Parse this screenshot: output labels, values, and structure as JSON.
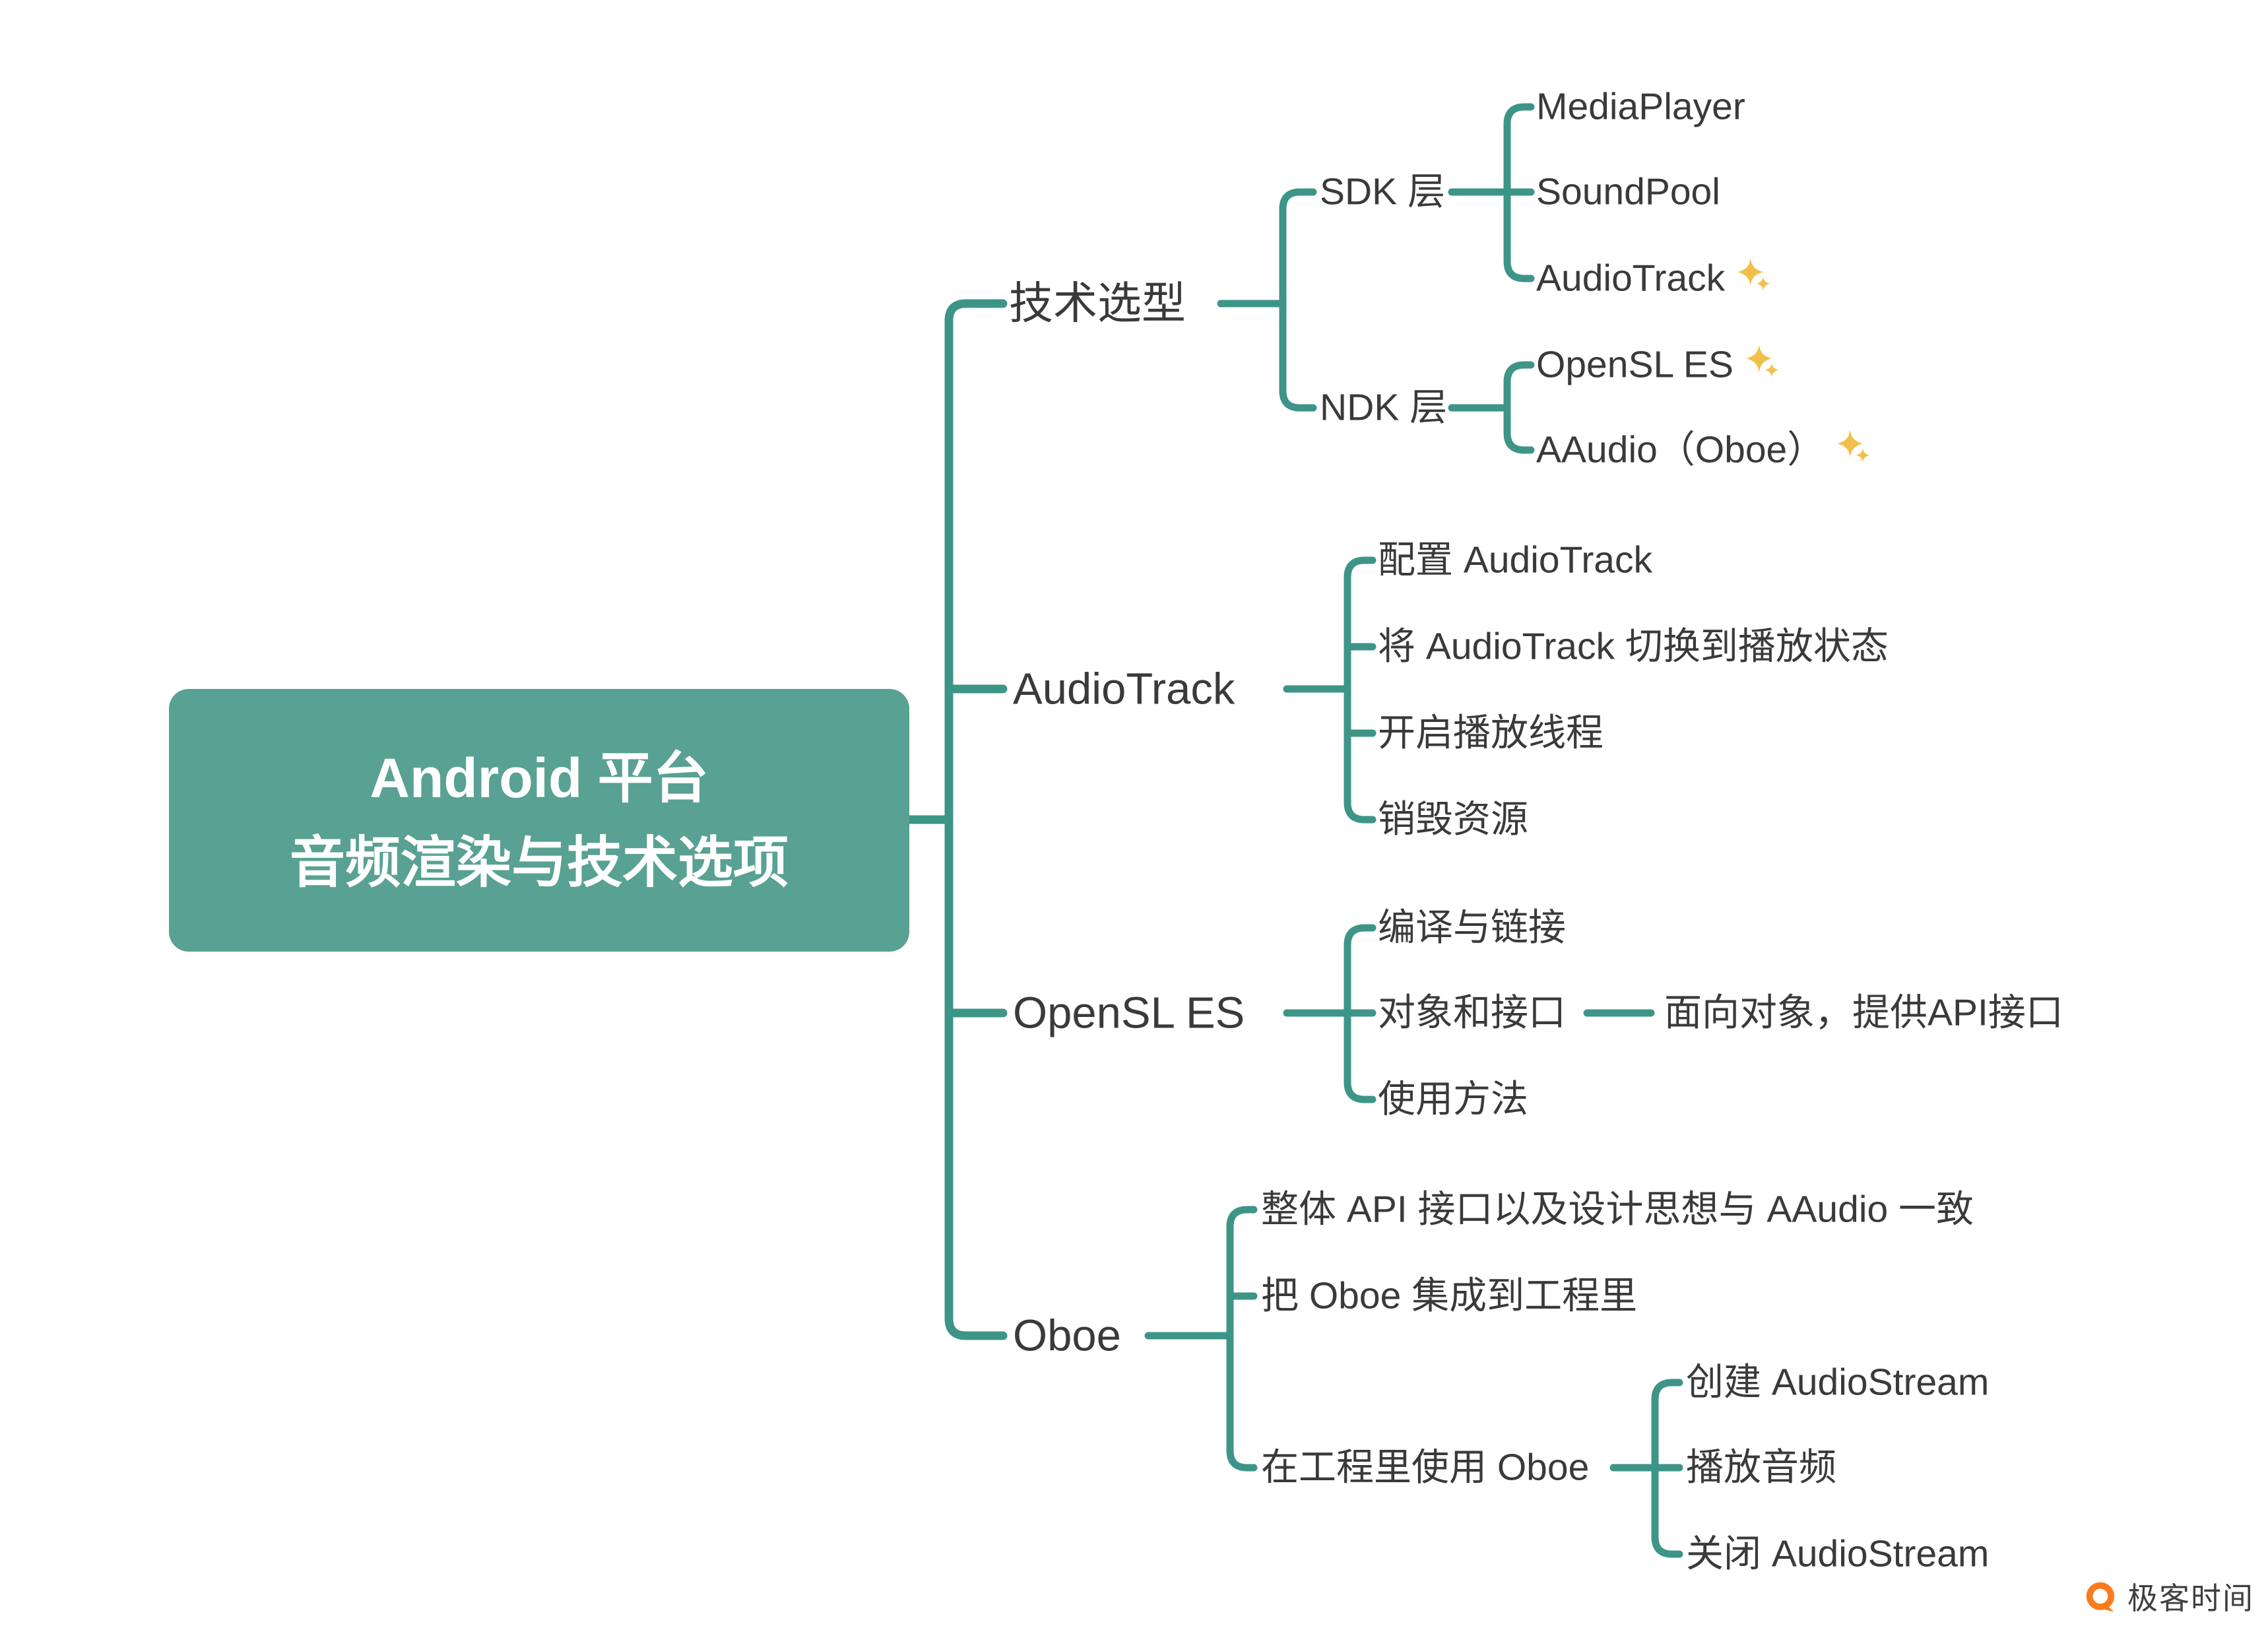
{
  "title": {
    "line1": "Android 平台",
    "line2": "音频渲染与技术选项"
  },
  "branches": [
    {
      "label": "技术选型",
      "children": [
        {
          "label": "SDK 层",
          "children": [
            {
              "label": "MediaPlayer"
            },
            {
              "label": "SoundPool"
            },
            {
              "label": "AudioTrack",
              "highlight": "sparkle"
            }
          ]
        },
        {
          "label": "NDK 层",
          "children": [
            {
              "label": "OpenSL ES",
              "highlight": "sparkle"
            },
            {
              "label": "AAudio（Oboe）",
              "highlight": "sparkle"
            }
          ]
        }
      ]
    },
    {
      "label": "AudioTrack",
      "children": [
        {
          "label": "配置 AudioTrack"
        },
        {
          "label": "将 AudioTrack 切换到播放状态"
        },
        {
          "label": "开启播放线程"
        },
        {
          "label": "销毁资源"
        }
      ]
    },
    {
      "label": "OpenSL ES",
      "children": [
        {
          "label": "编译与链接"
        },
        {
          "label": "对象和接口",
          "children": [
            {
              "label": "面向对象，提供API接口"
            }
          ]
        },
        {
          "label": "使用方法"
        }
      ]
    },
    {
      "label": "Oboe",
      "children": [
        {
          "label": "整体 API 接口以及设计思想与 AAudio 一致"
        },
        {
          "label": "把 Oboe 集成到工程里"
        },
        {
          "label": "在工程里使用 Oboe",
          "children": [
            {
              "label": "创建 AudioStream"
            },
            {
              "label": "播放音频"
            },
            {
              "label": "关闭 AudioStream"
            }
          ]
        }
      ]
    }
  ],
  "watermark": {
    "label": "极客时间"
  },
  "icons": {
    "sparkle": "✨",
    "brand": "geektime-logo"
  },
  "colors": {
    "line": "#3d9588",
    "root_fill": "#58a193",
    "root_text": "#ffffff",
    "text": "#3a3a3a",
    "sparkle_gold": "#f2bf4a",
    "logo_orange": "#f87c1e",
    "background": "#ffffff"
  }
}
